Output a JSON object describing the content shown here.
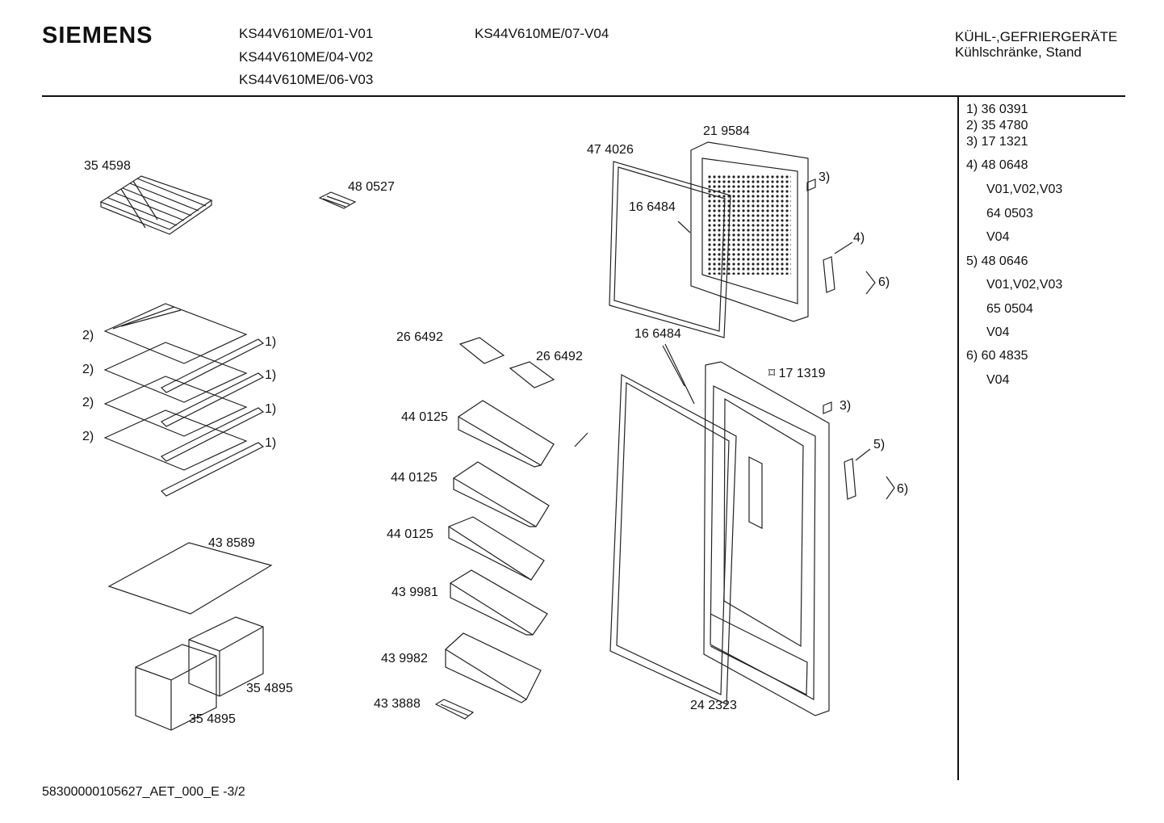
{
  "header": {
    "brand": "SIEMENS",
    "models": [
      "KS44V610ME/01-V01",
      "KS44V610ME/04-V02",
      "KS44V610ME/06-V03",
      "KS44V610ME/07-V04"
    ],
    "category_line1": "KÜHL-,GEFRIERGERÄTE",
    "category_line2": "Kühlschränke, Stand"
  },
  "parts": {
    "p354598": "35 4598",
    "p480527": "48 0527",
    "p474026": "47 4026",
    "p219584": "21 9584",
    "p166484a": "16 6484",
    "p166484b": "16 6484",
    "p266492a": "26 6492",
    "p266492b": "26 6492",
    "p171319": "17 1319",
    "p440125a": "44 0125",
    "p440125b": "44 0125",
    "p440125c": "44 0125",
    "p439981": "43 9981",
    "p439982": "43 9982",
    "p433888": "43 3888",
    "p438589": "43 8589",
    "p354895a": "35 4895",
    "p354895b": "35 4895",
    "p242323": "24 2323"
  },
  "callouts": {
    "c1": "1)",
    "c2": "2)",
    "c3": "3)",
    "c4": "4)",
    "c5": "5)",
    "c6": "6)"
  },
  "legend": [
    "1)  36 0391",
    "2)  35 4780",
    "3)  17 1321",
    "4)  48 0648",
    "V01,V02,V03",
    "64 0503",
    "V04",
    "5)  48 0646",
    "V01,V02,V03",
    "65 0504",
    "V04",
    "6)  60 4835",
    "V04"
  ],
  "footer": "58300000105627_AET_000_E   -3/2"
}
